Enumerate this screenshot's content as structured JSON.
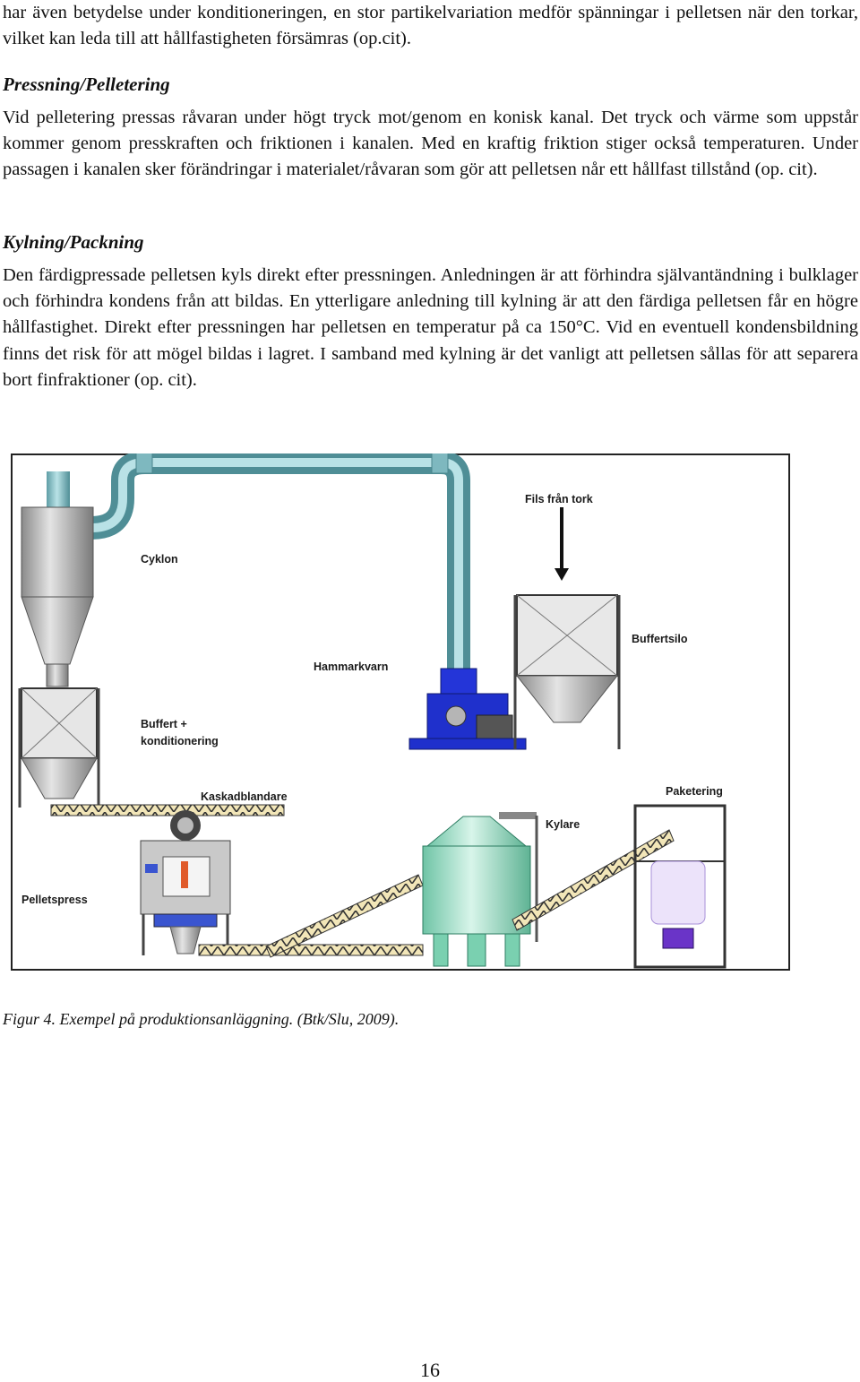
{
  "document": {
    "intro_paragraph": "har även betydelse under konditioneringen, en stor partikelvariation medför spänningar i pelletsen när den torkar, vilket kan leda till att hållfastigheten försämras (op.cit).",
    "section1": {
      "heading": "Pressning/Pelletering",
      "body": "Vid pelletering pressas råvaran under högt tryck mot/genom en konisk kanal. Det tryck och värme som uppstår kommer genom presskraften och friktionen i kanalen. Med en kraftig friktion stiger också temperaturen. Under passagen i kanalen sker förändringar i materialet/råvaran som gör att pelletsen når ett hållfast tillstånd (op. cit)."
    },
    "section2": {
      "heading": "Kylning/Packning",
      "body": "Den färdigpressade pelletsen kyls direkt efter pressningen. Anledningen är att förhindra självantändning i bulklager och förhindra kondens från att bildas. En ytterligare anledning till kylning är att den färdiga pelletsen får en högre hållfastighet. Direkt efter pressningen har pelletsen en temperatur på ca 150°C. Vid en eventuell kondensbildning finns det risk för att mögel bildas i lagret. I samband med kylning är det vanligt att pelletsen sållas för att separera bort finfraktioner (op. cit)."
    },
    "figure": {
      "labels": {
        "cyklon": "Cyklon",
        "fils": "Fils från tork",
        "hammarkvarn": "Hammarkvarn",
        "buffertsilo": "Buffertsilo",
        "buffert_line1": "Buffert +",
        "buffert_line2": "konditionering",
        "kaskadblandare": "Kaskadblandare",
        "paketering": "Paketering",
        "kylare": "Kylare",
        "pelletspress": "Pelletspress"
      },
      "caption": "Figur 4. Exempel på produktionsanläggning. (Btk/Slu, 2009)."
    },
    "page_number": "16"
  }
}
